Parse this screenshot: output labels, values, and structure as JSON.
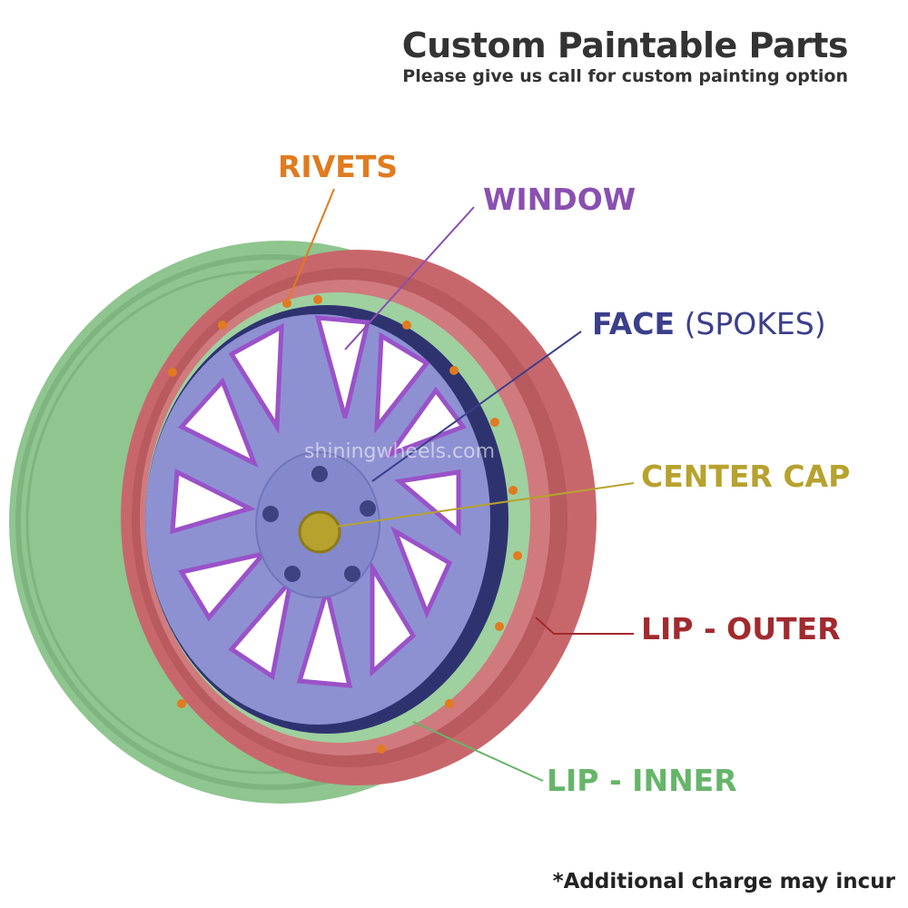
{
  "header": {
    "title": "Custom Paintable Parts",
    "subtitle": "Please give us call for custom painting option"
  },
  "labels": {
    "rivets": "RIVETS",
    "window": "WINDOW",
    "face_main": "FACE",
    "face_sub": "(SPOKES)",
    "center_cap": "CENTER CAP",
    "lip_outer": "LIP - OUTER",
    "lip_inner": "LIP - INNER"
  },
  "watermark": "shiningwheels.com",
  "footnote": "*Additional charge may incur",
  "colors": {
    "rivets": "#e07b1f",
    "window": "#8a4fb0",
    "face": "#3b3f8c",
    "center_cap": "#b7a22e",
    "lip_outer": "#a12a2e",
    "lip_inner": "#66b56a",
    "barrel": "#8fc58f",
    "rim": "#c8676b",
    "face_fill": "#8d91d2",
    "spoke_edge": "#9a52c8"
  }
}
